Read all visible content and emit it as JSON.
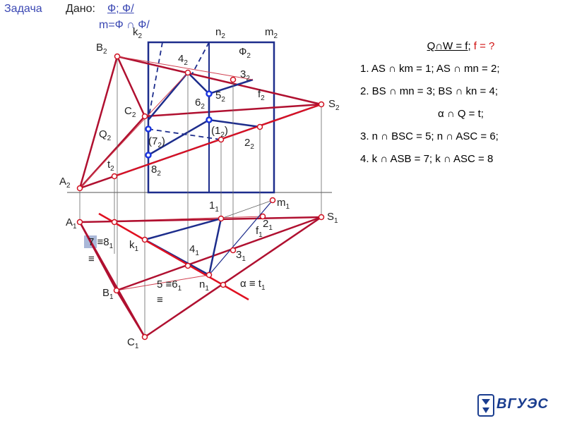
{
  "header": {
    "task": "Задача",
    "given_label": "Дано:",
    "given_value": "Ф; Ф/",
    "given_line2": "m=Ф ∩ Ф/"
  },
  "solution": {
    "goal_left": "Q∩W = f;",
    "goal_right": "f = ?",
    "steps": [
      "1. AS ∩ km = 1;  AS ∩ mn = 2;",
      "2. BS ∩ mn = 3; BS ∩ kn = 4;",
      "α ∩ Q = t;",
      "3. n ∩ BSC = 5; n ∩ ASC = 6;",
      "4. k ∩ ASB = 7;  k ∩ ASC = 8"
    ]
  },
  "labels": {
    "k2": "k",
    "n2": "n",
    "m2": "m",
    "phi2": "Ф",
    "B2": "B",
    "C2": "C",
    "Q2": "Q",
    "A2": "A",
    "S2": "S",
    "t2": "t",
    "p4_2": "4",
    "p3_2": "3",
    "p5_2": "5",
    "p6_2": "6",
    "f2": "f",
    "p7_2": "(7",
    "p1_2": "(1",
    "p2_2": "2",
    "p8_2": "8",
    "p1_1": "1",
    "m1": "m",
    "A1": "A",
    "S1": "S",
    "p2_1": "2",
    "f1": "f",
    "p78_1": "7 ≡8",
    "k1": "k",
    "p4_1": "4",
    "p3_1": "3",
    "B1": "B",
    "p56_1": "5 ≡6",
    "n1": "n",
    "alpha1": "α ≡ t",
    "C1": "C",
    "equiv_a": "≡",
    "equiv_b": "≡",
    "sub2": "2",
    "sub1": "1",
    "paren": ")"
  },
  "colors": {
    "dark_red": "#b01030",
    "red": "#e01020",
    "navy": "#1d2d8c",
    "blue_point": "#1a35e0",
    "thin": "#555555",
    "accent": "#3b48b3"
  },
  "logo": {
    "text": "ВГУЭС"
  }
}
